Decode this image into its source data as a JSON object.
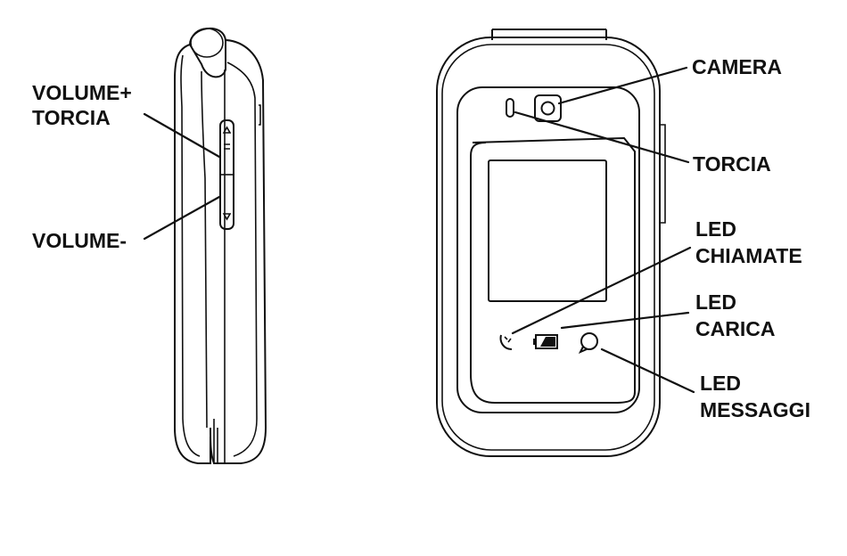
{
  "labels": {
    "volume_plus": "VOLUME+",
    "torcia_side": "TORCIA",
    "volume_minus": "VOLUME-",
    "camera": "CAMERA",
    "torcia_front": "TORCIA",
    "led_chiamate_line1": "LED",
    "led_chiamate_line2": "CHIAMATE",
    "led_carica_line1": "LED",
    "led_carica_line2": "CARICA",
    "led_messaggi_line1": "LED",
    "led_messaggi_line2": "MESSAGGI"
  },
  "colors": {
    "ink": "#111111",
    "background": "#ffffff"
  },
  "icons": {
    "side_up": "triangle-up-icon",
    "side_down": "triangle-down-icon",
    "camera": "camera-lens-icon",
    "flash": "flash-led-icon",
    "call": "phone-call-icon",
    "battery": "battery-charging-icon",
    "message": "message-bubble-icon"
  }
}
